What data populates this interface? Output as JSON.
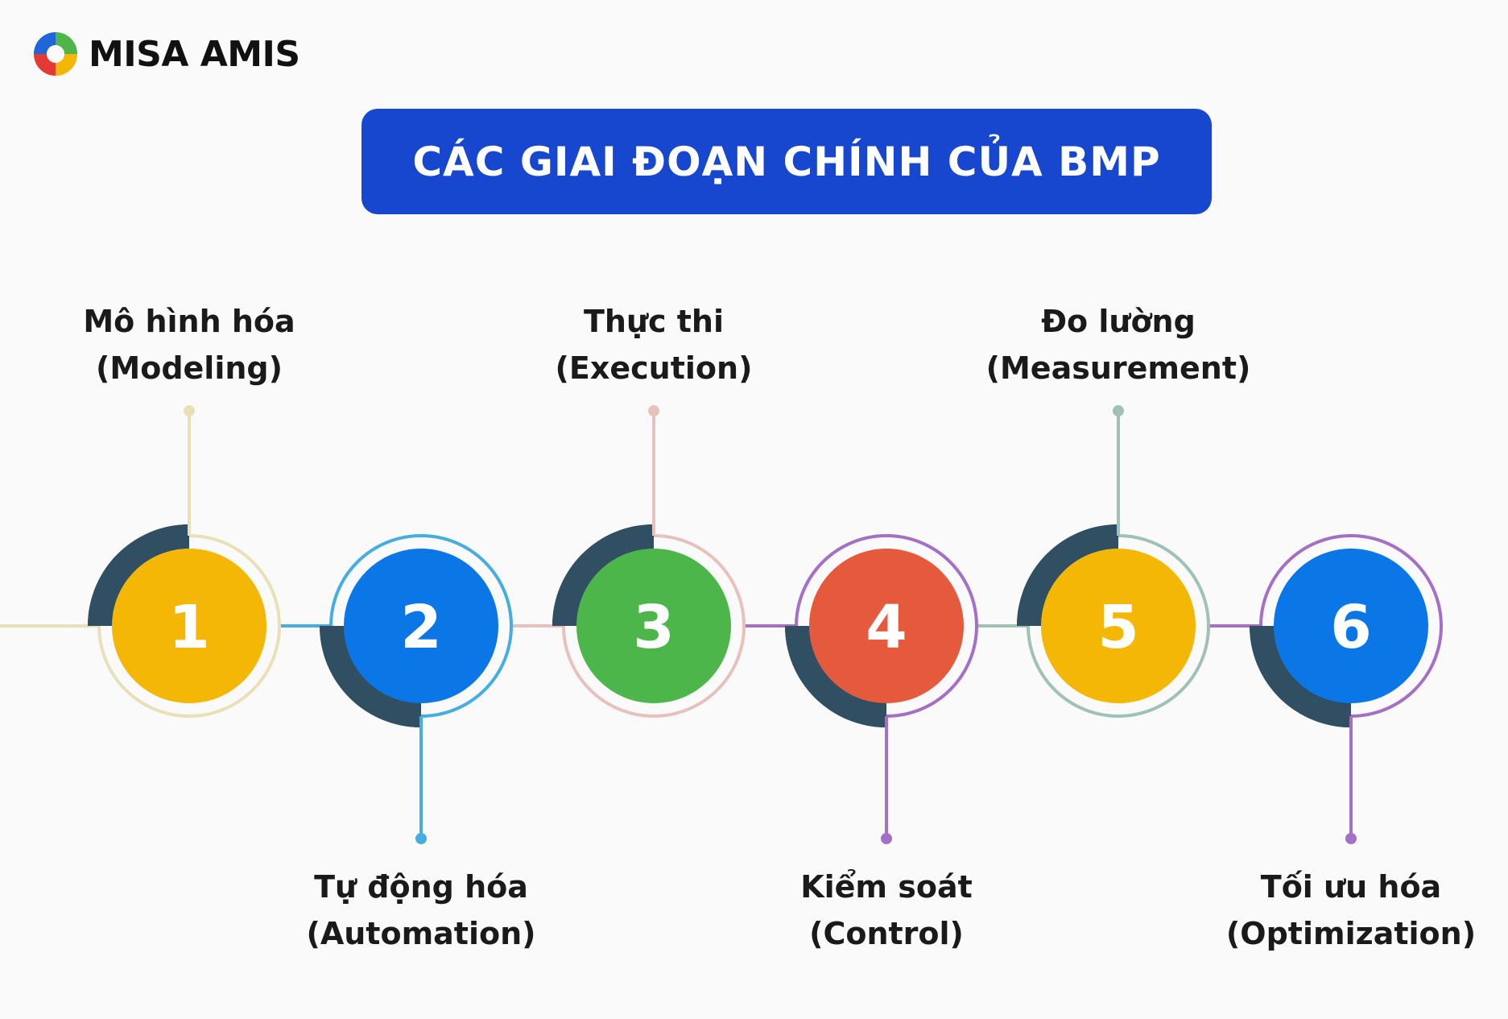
{
  "brand": {
    "logo_text": "MISA AMIS"
  },
  "title": "CÁC GIAI ĐOẠN CHÍNH CỦA BMP",
  "colors": {
    "title_bg": "#1747cf",
    "dark_accent": "#314f62",
    "yellow": "#f4b705",
    "blue": "#0b77e6",
    "green": "#4cb64a",
    "red": "#e55a3c"
  },
  "stages": [
    {
      "number": "1",
      "name": "Mô hình hóa",
      "english": "(Modeling)",
      "fill": "#f4b705",
      "ring": "#e9e0b8",
      "position": "top"
    },
    {
      "number": "2",
      "name": "Tự động hóa",
      "english": "(Automation)",
      "fill": "#0b77e6",
      "ring": "#45aee0",
      "position": "bottom"
    },
    {
      "number": "3",
      "name": "Thực thi",
      "english": "(Execution)",
      "fill": "#4cb64a",
      "ring": "#e7c2bd",
      "position": "top"
    },
    {
      "number": "4",
      "name": "Kiểm soát",
      "english": "(Control)",
      "fill": "#e55a3c",
      "ring": "#a56fc6",
      "position": "bottom"
    },
    {
      "number": "5",
      "name": "Đo lường",
      "english": "(Measurement)",
      "fill": "#f4b705",
      "ring": "#9fc1b7",
      "position": "top"
    },
    {
      "number": "6",
      "name": "Tối ưu hóa",
      "english": "(Optimization)",
      "fill": "#0b77e6",
      "ring": "#a56fc6",
      "position": "bottom"
    }
  ]
}
